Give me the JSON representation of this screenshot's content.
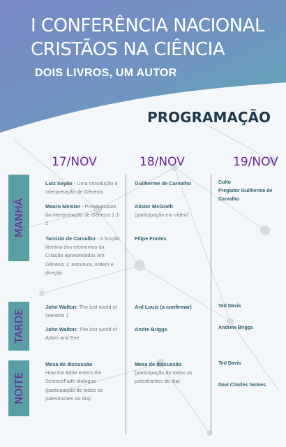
{
  "header": {
    "title_line1": "I CONFERÊNCIA NACIONAL",
    "title_line2": "CRISTÃOS NA CIÊNCIA",
    "subtitle": "DOIS LIVROS, UM AUTOR"
  },
  "section_title": "PROGRAMAÇÃO",
  "days": [
    "17/NOV",
    "18/NOV",
    "19/NOV"
  ],
  "periods": [
    "MANHÃ",
    "TARDE",
    "NOITE"
  ],
  "colors": {
    "header_bg": "#6e8fc0",
    "accent_purple": "#6c2393",
    "period_tab": "#5b9fa6",
    "name_teal": "#2f5f6e"
  },
  "schedule": {
    "manha": {
      "d17": [
        {
          "name": "Luiz Sayão",
          "desc": " - Uma introdução à interpretação de Gênesis"
        },
        {
          "name": "Mauro Meister",
          "desc": " - Pressupostos da interpretação de Gênesis 1.1-2"
        },
        {
          "name": "Tarcízio de Carvalho",
          "desc": " - A função literária dos elementos da Criação apresentados em Gênesis 1: estrutura, ordem e direção"
        }
      ],
      "d18": [
        {
          "name": "Guilherme de Carvalho",
          "desc": ""
        },
        {
          "name": "Alister McGrath",
          "desc": "(participação em vídeo)"
        },
        {
          "name": "Filipe Fontes",
          "desc": ""
        }
      ],
      "d19": [
        {
          "line1": "Culto",
          "line2": "Pregador Guilherme de Carvalho"
        }
      ]
    },
    "tarde": {
      "d17": [
        {
          "name": "John Walton:",
          "desc": " The lost world of Genesis 1"
        },
        {
          "name": "John Walton:",
          "desc": " The lost world of Adam and Eve"
        }
      ],
      "d18": [
        {
          "name": "Ard Louis (a confirmar)",
          "desc": ""
        },
        {
          "name": "Andre Briggs",
          "desc": ""
        }
      ],
      "d19": [
        "Ted Davis",
        "Andrew Briggs"
      ]
    },
    "noite": {
      "d17": [
        {
          "name": "Mesa de discussão",
          "desc": "How the Bible enters the ScienceFaith dialogue (participação de todos os palestrantes do dia)"
        }
      ],
      "d18": [
        {
          "name": "Mesa de discussão",
          "desc": "(participação de todos os palestrantes do dia)"
        }
      ],
      "d19": [
        "Ted Davis",
        "Davi Charles Gomes"
      ]
    }
  }
}
